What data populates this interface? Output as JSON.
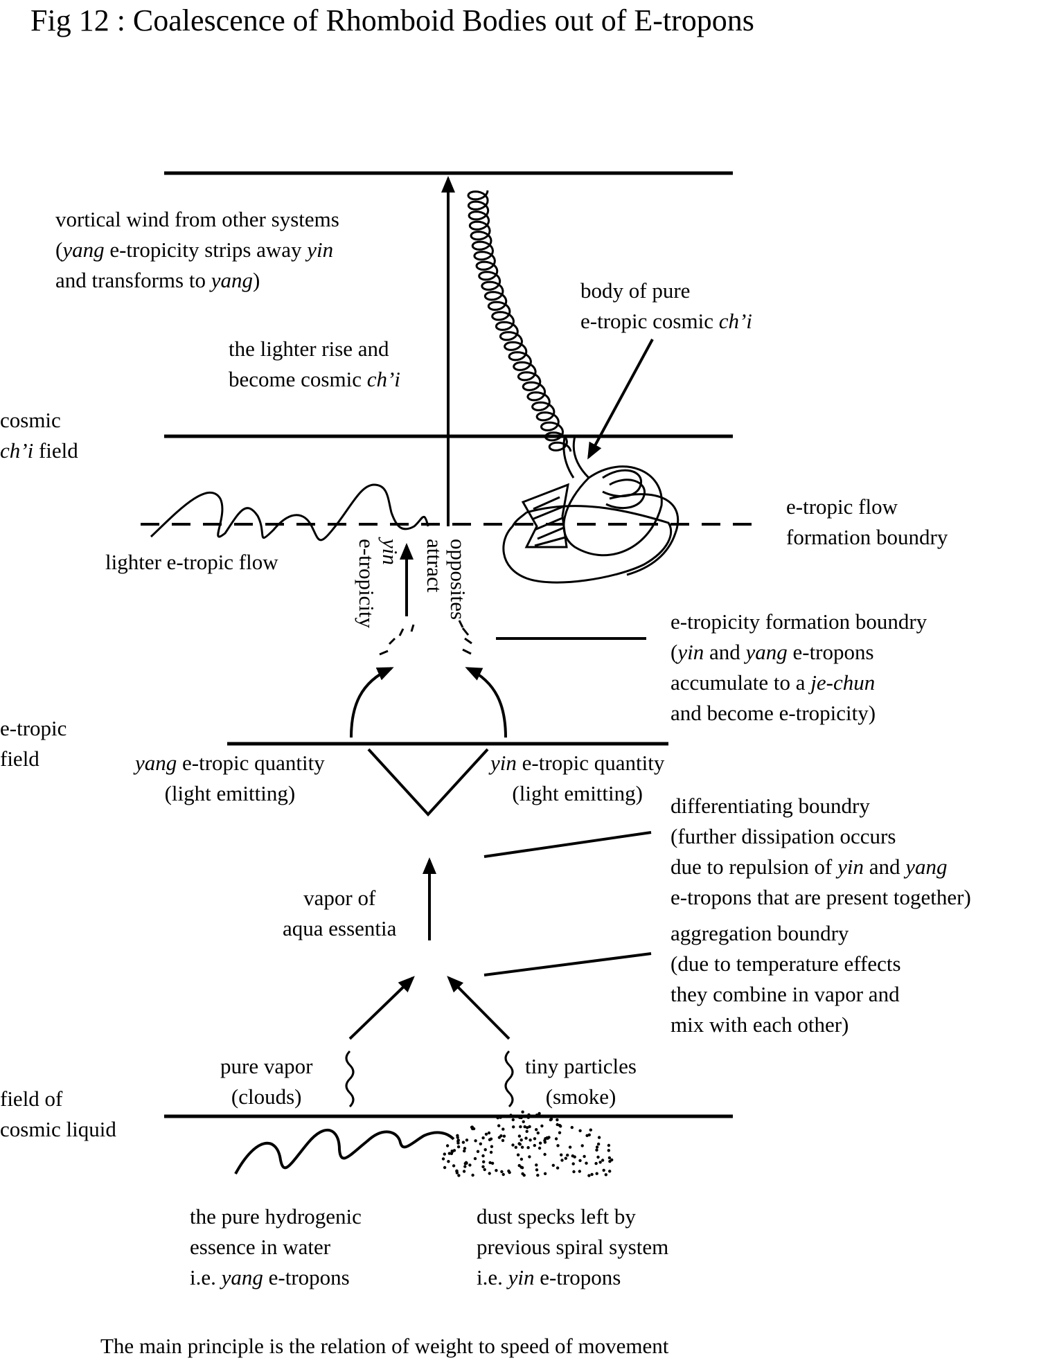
{
  "title": "Fig 12 : Coalescence of Rhomboid Bodies out of E-tropons",
  "fields": {
    "cosmic_chi": [
      "cosmic",
      "ch’i field"
    ],
    "etropic": [
      "e-tropic",
      "field"
    ],
    "cosmic_liquid": [
      "field of",
      "cosmic liquid"
    ]
  },
  "labels": {
    "vortical": [
      "vortical wind from other systems",
      "(yang e-tropicity strips away yin",
      "and transforms to yang)"
    ],
    "lighter_rise": [
      "the lighter rise and",
      "become cosmic ch’i"
    ],
    "body_pure": [
      "body of pure",
      "e-tropic cosmic ch’i"
    ],
    "flow_boundary": [
      "e-tropic flow",
      "formation boundry"
    ],
    "lighter_flow": "lighter e-tropic flow",
    "yin_etropicity": [
      "yin",
      "e-tropicity"
    ],
    "opposites_attract": [
      "opposites",
      "attract"
    ],
    "etropicity_boundary": [
      "e-tropicity formation boundry",
      "(yin and yang e-tropons",
      "accumulate to a je-chun",
      "and become e-tropicity)"
    ],
    "yang_quantity": [
      "yang e-tropic quantity",
      "(light emitting)"
    ],
    "yin_quantity": [
      "yin e-tropic quantity",
      "(light emitting)"
    ],
    "differentiating": [
      "differentiating boundry",
      "(further dissipation occurs",
      "due to repulsion of yin and yang",
      "e-tropons that are present together)"
    ],
    "vapor": [
      "vapor of",
      "aqua essentia"
    ],
    "aggregation": [
      "aggregation boundry",
      "(due to temperature effects",
      "they combine in vapor and",
      "mix with each other)"
    ],
    "pure_vapor": [
      "pure vapor",
      "(clouds)"
    ],
    "tiny_particles": [
      "tiny particles",
      "(smoke)"
    ],
    "hydrogenic": [
      "the pure hydrogenic",
      "essence in water",
      "i.e. yang e-tropons"
    ],
    "dust": [
      "dust specks left by",
      "previous spiral system",
      "i.e. yin e-tropons"
    ]
  },
  "footer": "The main principle is the relation of weight to speed of movement"
}
